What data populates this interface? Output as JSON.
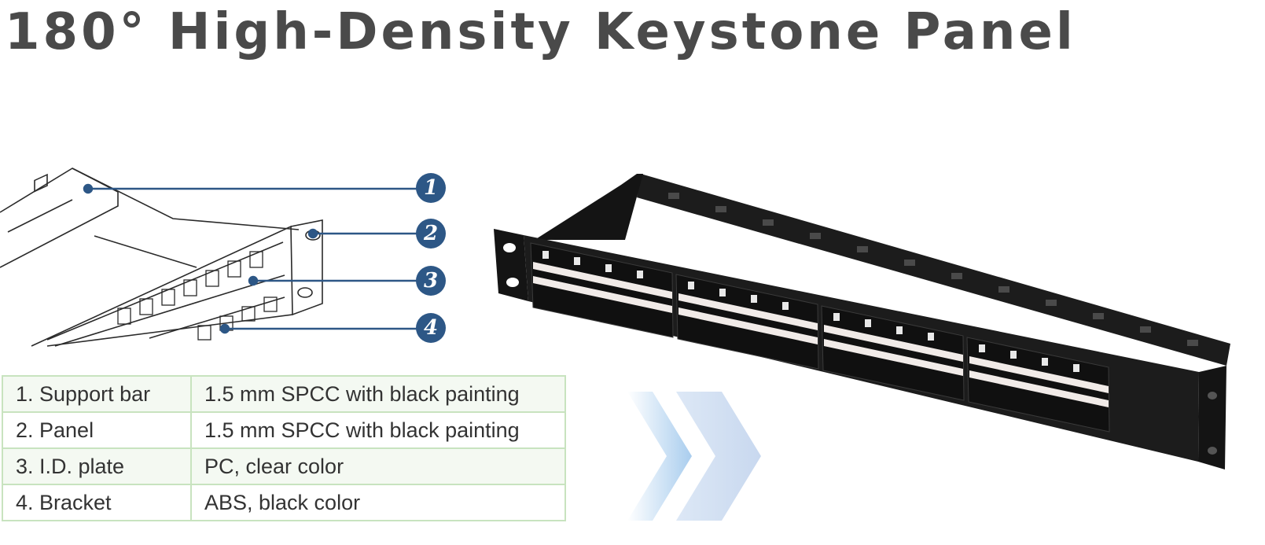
{
  "page": {
    "title": "180° High-Density Keystone Panel"
  },
  "callouts": [
    "1",
    "2",
    "3",
    "4"
  ],
  "specs": [
    {
      "part": "1. Support bar",
      "material": "1.5 mm SPCC with black painting"
    },
    {
      "part": "2. Panel",
      "material": "1.5 mm SPCC with black painting"
    },
    {
      "part": "3. I.D. plate",
      "material": "PC, clear color"
    },
    {
      "part": "4. Bracket",
      "material": "ABS, black color"
    }
  ],
  "colors": {
    "title": "#4a4a4a",
    "callout": "#2d5786",
    "table_border": "#c8e3bf",
    "panel": "#1c1c1c",
    "chevron": "#a9cdee"
  }
}
